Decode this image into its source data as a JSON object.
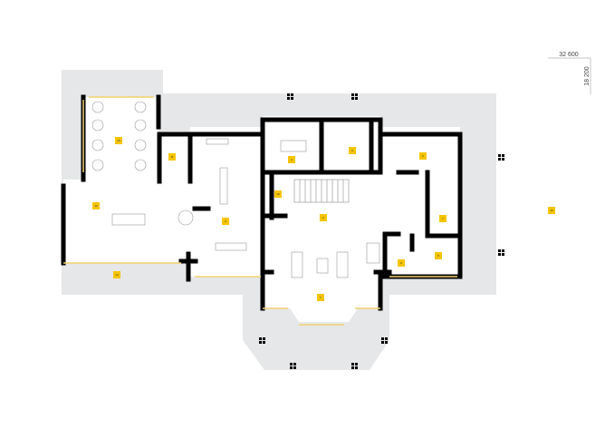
{
  "colors": {
    "terrace": "#e6e7e8",
    "wall": "#000000",
    "label_bg": "#f5c400",
    "window": "#f0d070",
    "background": "#ffffff"
  },
  "dimensions": {
    "width_total": "32 600",
    "depth_total": "18 200"
  },
  "rooms": [
    {
      "number": "1"
    },
    {
      "number": "2"
    },
    {
      "number": "3"
    },
    {
      "number": "4"
    },
    {
      "number": "5"
    },
    {
      "number": "6"
    },
    {
      "number": "7"
    },
    {
      "number": "8"
    },
    {
      "number": "9"
    },
    {
      "number": "10"
    },
    {
      "number": "11"
    },
    {
      "number": "12"
    },
    {
      "number": "13"
    },
    {
      "number": "14"
    },
    {
      "number": "15"
    }
  ]
}
